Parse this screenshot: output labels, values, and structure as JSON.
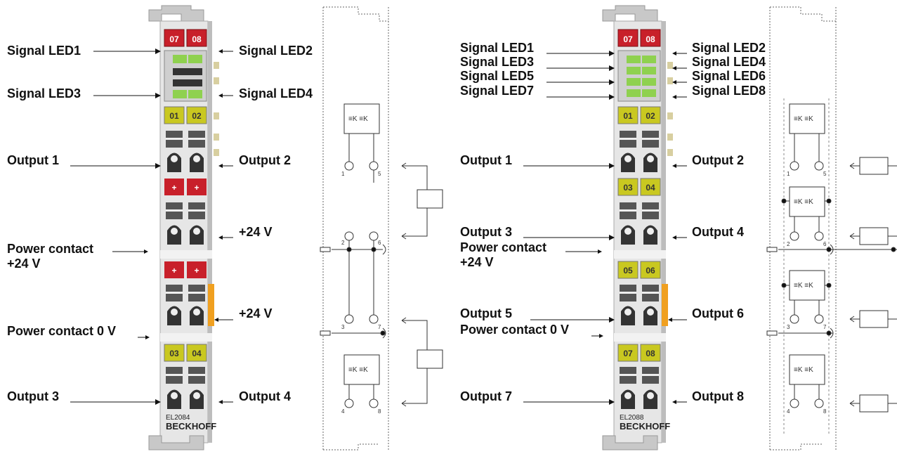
{
  "left": {
    "model": "EL2084",
    "brand": "BECKHOFF",
    "status_leds": [
      "07",
      "08"
    ],
    "channel_leds_top": [
      "01",
      "02"
    ],
    "channel_leds_bottom": [
      "03",
      "04"
    ],
    "plus_sign": "+",
    "labels": {
      "signal_led1": "Signal LED1",
      "signal_led2": "Signal LED2",
      "signal_led3": "Signal LED3",
      "signal_led4": "Signal LED4",
      "output1": "Output 1",
      "output2": "Output 2",
      "plus24_a": "+24 V",
      "power_contact": "Power contact",
      "power_contact_v": "+24 V",
      "plus24_b": "+24 V",
      "power_contact_0v": "Power contact 0 V",
      "output3": "Output 3",
      "output4": "Output 4"
    },
    "pins": [
      "1",
      "5",
      "2",
      "6",
      "3",
      "7",
      "4",
      "8"
    ]
  },
  "right": {
    "model": "EL2088",
    "brand": "BECKHOFF",
    "status_leds": [
      "07",
      "08"
    ],
    "channel_leds": [
      [
        "01",
        "02"
      ],
      [
        "03",
        "04"
      ],
      [
        "05",
        "06"
      ],
      [
        "07",
        "08"
      ]
    ],
    "labels": {
      "signal_led1": "Signal LED1",
      "signal_led2": "Signal LED2",
      "signal_led3": "Signal LED3",
      "signal_led4": "Signal LED4",
      "signal_led5": "Signal LED5",
      "signal_led6": "Signal LED6",
      "signal_led7": "Signal LED7",
      "signal_led8": "Signal LED8",
      "output1": "Output 1",
      "output2": "Output 2",
      "output3": "Output 3",
      "output4": "Output 4",
      "power_contact": "Power contact",
      "power_contact_v": "+24 V",
      "output5": "Output 5",
      "output6": "Output 6",
      "power_contact_0v": "Power contact 0 V",
      "output7": "Output 7",
      "output8": "Output 8"
    },
    "pins": [
      "1",
      "5",
      "2",
      "6",
      "3",
      "7",
      "4",
      "8"
    ]
  },
  "colors": {
    "status_red": "#c8202a",
    "channel_yellow": "#c9c820",
    "led_green": "#8fd14f",
    "orange_bar": "#f0a020",
    "terminal_grey": "#d9d9d9"
  }
}
